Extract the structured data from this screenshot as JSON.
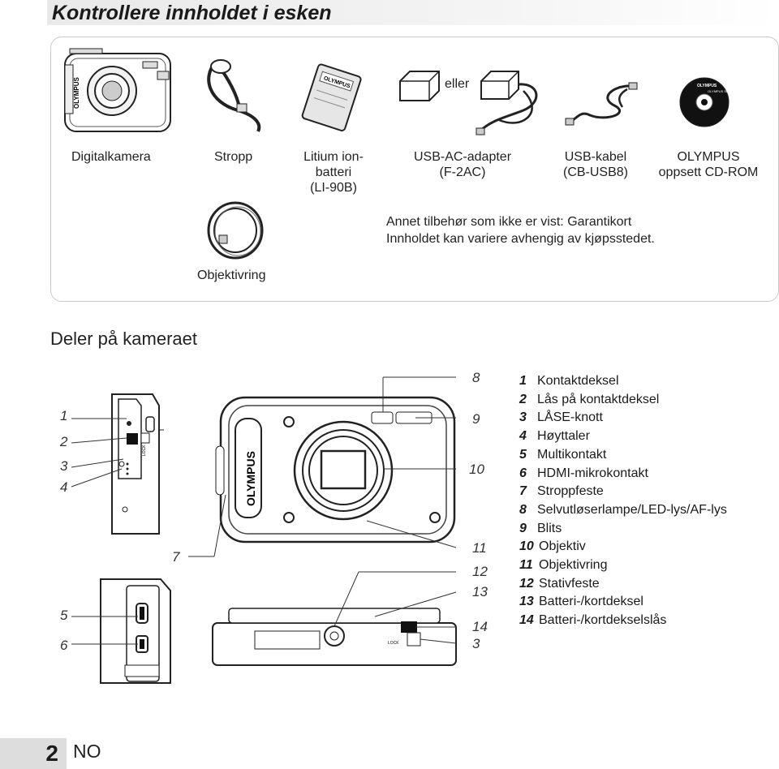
{
  "page_title": "Kontrollere innholdet i esken",
  "box": {
    "labels": {
      "camera": "Digitalkamera",
      "strap": "Stropp",
      "battery": "Litium ion-\nbatteri\n(LI-90B)",
      "adapter": "USB-AC-adapter\n(F-2AC)",
      "usb_cable": "USB-kabel\n(CB-USB8)",
      "cdrom": "OLYMPUS\noppsett CD-ROM",
      "lens_ring": "Objektivring"
    },
    "or_text": "eller",
    "note_line1": "Annet tilbehør som ikke er vist: Garantikort",
    "note_line2": "Innholdet kan variere avhengig av kjøpsstedet.",
    "battery_brand": "OLYMPUS",
    "camera_brand": "OLYMPUS",
    "cd_brand": "OLYMPUS",
    "cd_text": "OLYMPUS Setup"
  },
  "section_title": "Deler på kameraet",
  "diagram": {
    "camera_brand": "OLYMPUS",
    "lock_text": "LOCK",
    "callouts": [
      "1",
      "2",
      "3",
      "4",
      "5",
      "6",
      "7",
      "8",
      "9",
      "10",
      "11",
      "12",
      "13",
      "14",
      "3"
    ]
  },
  "parts": [
    {
      "num": "1",
      "label": "Kontaktdeksel"
    },
    {
      "num": "2",
      "label": "Lås på kontaktdeksel"
    },
    {
      "num": "3",
      "label": "LÅSE-knott"
    },
    {
      "num": "4",
      "label": "Høyttaler"
    },
    {
      "num": "5",
      "label": "Multikontakt"
    },
    {
      "num": "6",
      "label": "HDMI-mikrokontakt"
    },
    {
      "num": "7",
      "label": "Stroppfeste"
    },
    {
      "num": "8",
      "label": "Selvutløserlampe/LED-lys/AF-lys"
    },
    {
      "num": "9",
      "label": "Blits"
    },
    {
      "num": "10",
      "label": "Objektiv"
    },
    {
      "num": "11",
      "label": "Objektivring"
    },
    {
      "num": "12",
      "label": "Stativfeste"
    },
    {
      "num": "13",
      "label": "Batteri-/kortdeksel"
    },
    {
      "num": "14",
      "label": "Batteri-/kortdekselslås"
    }
  ],
  "footer": {
    "page_number": "2",
    "language": "NO"
  }
}
